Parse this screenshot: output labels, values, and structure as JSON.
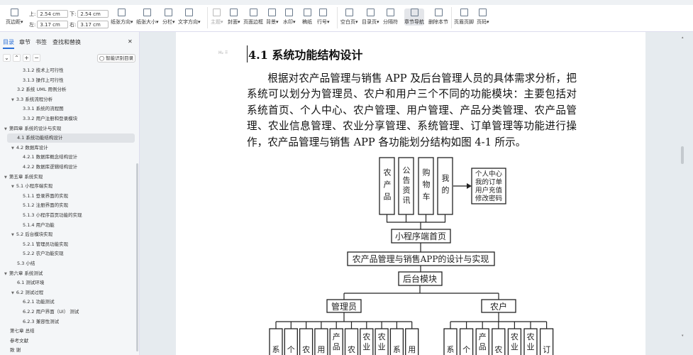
{
  "toolbar": {
    "margins_label": "页边距",
    "top_label": "上:",
    "top_value": "2.54 cm",
    "bottom_label": "下:",
    "bottom_value": "2.54 cm",
    "left_label": "左:",
    "left_value": "3.17 cm",
    "right_label": "右:",
    "right_value": "3.17 cm",
    "items": [
      "纸张方向",
      "纸张大小",
      "分栏",
      "文字方向",
      "主题",
      "封面",
      "页面边框",
      "背景",
      "水印",
      "稿纸",
      "行号",
      "空白页",
      "目录页",
      "分隔符",
      "章节导航",
      "删除本节",
      "页眉页脚",
      "页码"
    ]
  },
  "sidebar": {
    "tabs": [
      "目录",
      "章节",
      "书签",
      "查找和替换"
    ],
    "close": "✕",
    "buttons": [
      "⌄",
      "⌃",
      "+",
      "−"
    ],
    "smart_toc": "智能识别目录",
    "items": [
      {
        "label": "3.1.2 技术上可行性",
        "level": 3
      },
      {
        "label": "3.1.3 操作上可行性",
        "level": 3
      },
      {
        "label": "3.2 系统 UML 用例分析",
        "level": 2
      },
      {
        "label": "3.3 系统流程分析",
        "level": 2,
        "expanded": true
      },
      {
        "label": "3.3.1 系统的流程图",
        "level": 3
      },
      {
        "label": "3.3.2 用户注册和登录模块",
        "level": 3
      },
      {
        "label": "第四章 系统的设计与实现",
        "level": 1,
        "expanded": true
      },
      {
        "label": "4.1 系统功能结构设计",
        "level": 2,
        "selected": true
      },
      {
        "label": "4.2 数据库设计",
        "level": 2,
        "expanded": true
      },
      {
        "label": "4.2.1 数据库概念结构设计",
        "level": 3
      },
      {
        "label": "4.2.2 数据库逻辑结构设计",
        "level": 3
      },
      {
        "label": "第五章 系统实现",
        "level": 1,
        "expanded": true
      },
      {
        "label": "5.1 小程序端实现",
        "level": 2,
        "expanded": true
      },
      {
        "label": "5.1.1 登录界面的实现",
        "level": 3
      },
      {
        "label": "5.1.2 注册界面的实现",
        "level": 3
      },
      {
        "label": "5.1.3 小程序首页功能的实现",
        "level": 3
      },
      {
        "label": "5.1.4 用户功能",
        "level": 3
      },
      {
        "label": "5.2 后台模块实现",
        "level": 2,
        "expanded": true
      },
      {
        "label": "5.2.1 管理员功能实现",
        "level": 3
      },
      {
        "label": "5.2.2 农户功能实现",
        "level": 3
      },
      {
        "label": "5.3 小结",
        "level": 2
      },
      {
        "label": "第六章 系统测试",
        "level": 1,
        "expanded": true
      },
      {
        "label": "6.1 测试环境",
        "level": 2
      },
      {
        "label": "6.2 测试过程",
        "level": 2,
        "expanded": true
      },
      {
        "label": "6.2.1 功能测试",
        "level": 3
      },
      {
        "label": "6.2.2 用户界面（UI） 测试",
        "level": 3
      },
      {
        "label": "6.2.3 兼容性测试",
        "level": 3
      },
      {
        "label": "第七章 总结",
        "level": 1
      },
      {
        "label": "参考文献",
        "level": 1
      },
      {
        "label": "致 谢",
        "level": 1
      }
    ]
  },
  "document": {
    "heading_marker": "H₂ ⠿",
    "heading": "4.1  系统功能结构设计",
    "paragraph": "根据对农产品管理与销售 APP 及后台管理人员的具体需求分析，把系统可以划分为管理员、农户和用户三个不同的功能模块：主要包括对系统首页、个人中心、农户管理、用户管理、产品分类管理、农产品管理、农业信息管理、农业分享管理、系统管理、订单管理等功能进行操作，农产品管理与销售 APP 各功能划分结构如图 4-1 所示。",
    "diagram": {
      "mini_tabs": [
        "农产品",
        "公告资讯",
        "购物车",
        "我的"
      ],
      "mine_detail": [
        "个人中心",
        "我的订单",
        "用户充值",
        "修改密码"
      ],
      "mini_home": "小程序端首页",
      "root": "农产品管理与销售APP的设计与实现",
      "backend": "后台模块",
      "admin": "管理员",
      "farmer": "农户",
      "admin_children": [
        "系",
        "个",
        "农",
        "用",
        "产品",
        "农",
        "农业",
        "农业",
        "系",
        "用"
      ],
      "farmer_children": [
        "系",
        "个",
        "产品",
        "农",
        "农业",
        "农业",
        "订"
      ]
    }
  }
}
